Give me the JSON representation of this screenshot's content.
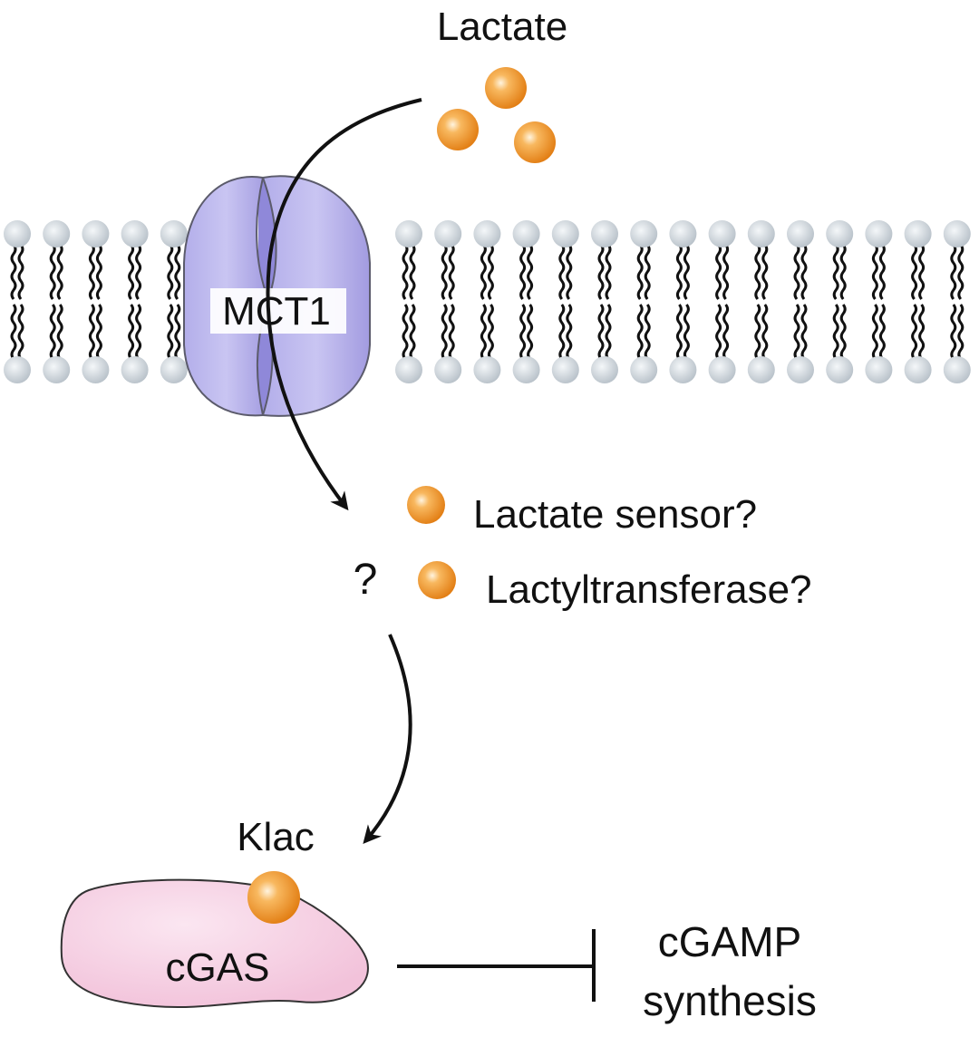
{
  "labels": {
    "lactate": "Lactate",
    "transporter": "MCT1",
    "unknown": "?",
    "candidate_1": "Lactate sensor?",
    "candidate_2": "Lactyltransferase?",
    "modification": "Klac",
    "enzyme": "cGAS",
    "product_line1": "cGAMP",
    "product_line2": "synthesis"
  },
  "colors": {
    "lactate_molecule": "#f29a2e",
    "transporter": "#a9a3e6",
    "transporter_dark": "#8b84d6",
    "enzyme": "#f6cfe3",
    "lipid_head": "#cfd6dc",
    "lipid_tail": "#111111",
    "arrow": "#111111"
  },
  "icons": {
    "molecule": "orange-sphere-icon",
    "transporter": "membrane-channel-icon",
    "inhibition": "t-bar-inhibition-icon"
  }
}
